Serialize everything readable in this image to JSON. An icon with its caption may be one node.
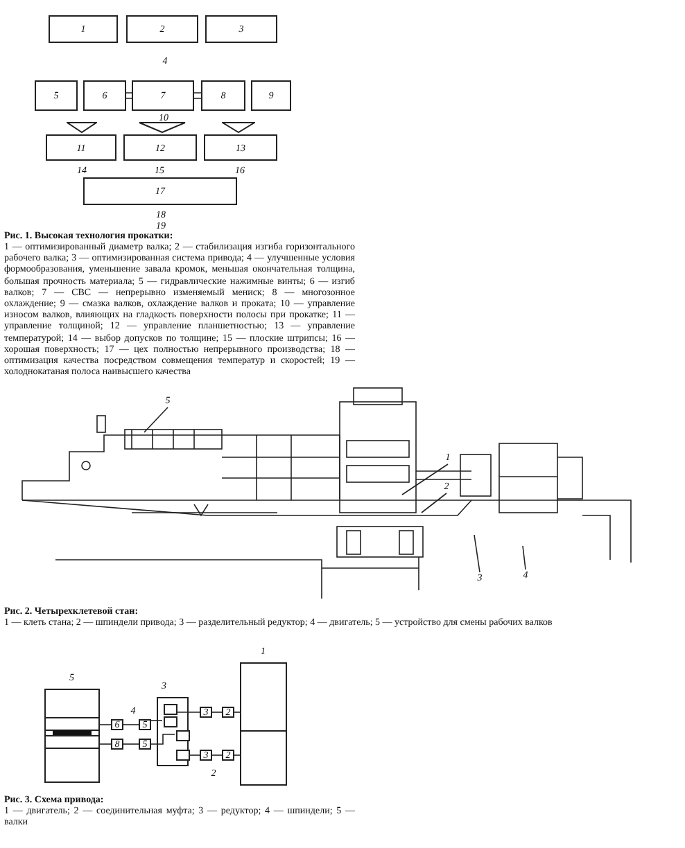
{
  "diagram": {
    "nodes": [
      {
        "text": [
          "1"
        ]
      },
      {
        "text": [
          "2"
        ]
      },
      {
        "text": [
          "3"
        ]
      },
      {
        "text": [
          "5"
        ]
      },
      {
        "text": [
          "6"
        ]
      },
      {
        "text": [
          "7"
        ]
      },
      {
        "text": [
          "8"
        ]
      },
      {
        "text": [
          "9"
        ]
      },
      {
        "text": [
          "11"
        ]
      },
      {
        "text": [
          "12"
        ]
      },
      {
        "text": [
          "13"
        ]
      },
      {
        "text": [
          "17"
        ]
      },
      {
        "text": [],
        "shape": "triangle"
      },
      {
        "text": [],
        "shape": "triangle"
      },
      {
        "text": [],
        "shape": "triangle"
      },
      {
        "text": [
          "5"
        ]
      },
      {
        "text": [
          "1"
        ]
      },
      {
        "text": [
          "2"
        ]
      },
      {
        "text": [
          "3"
        ]
      },
      {
        "text": [
          "4"
        ]
      },
      {
        "text": [
          "5"
        ]
      },
      {
        "text": [
          "3"
        ]
      },
      {
        "text": [],
        "shape": "box",
        "in": 21
      },
      {
        "text": [],
        "shape": "box",
        "in": 21
      },
      {
        "text": [],
        "shape": "box",
        "in": 21
      },
      {
        "text": [],
        "shape": "box",
        "in": 21
      },
      {
        "text": [
          "6"
        ]
      },
      {
        "text": [
          "5"
        ]
      },
      {
        "text": [
          "8"
        ]
      },
      {
        "text": [
          "5"
        ]
      },
      {
        "text": [
          "3"
        ]
      },
      {
        "text": [
          "2"
        ]
      },
      {
        "text": [
          "3"
        ]
      },
      {
        "text": [
          "2"
        ]
      },
      {
        "text": [
          "1"
        ]
      }
    ],
    "edges": [
      {
        "from": 4,
        "to": 5,
        "arrow": "none"
      },
      {
        "from": 5,
        "to": 6,
        "arrow": "none"
      },
      {
        "from": 15,
        "to": null,
        "arrow": "none"
      },
      {
        "from": 16,
        "to": null,
        "arrow": "none"
      },
      {
        "from": 17,
        "to": null,
        "arrow": "none"
      },
      {
        "from": 18,
        "to": null,
        "arrow": "none"
      },
      {
        "from": 19,
        "to": null,
        "arrow": "none"
      },
      {
        "from": 20,
        "to": 26,
        "arrow": "none"
      },
      {
        "from": 26,
        "to": 27,
        "arrow": "none"
      },
      {
        "from": 27,
        "to": 23,
        "arrow": "none"
      },
      {
        "from": 22,
        "to": 30,
        "arrow": "none"
      },
      {
        "from": 30,
        "to": 31,
        "arrow": "none"
      },
      {
        "from": 31,
        "to": 34,
        "arrow": "none"
      },
      {
        "from": 20,
        "to": 28,
        "arrow": "none"
      },
      {
        "from": 28,
        "to": 29,
        "arrow": "none"
      },
      {
        "from": 29,
        "to": 24,
        "arrow": "none"
      },
      {
        "from": 25,
        "to": 32,
        "arrow": "none"
      },
      {
        "from": 32,
        "to": 33,
        "arrow": "none"
      },
      {
        "from": 33,
        "to": 34,
        "arrow": "none"
      }
    ],
    "labels": [
      "4",
      "10",
      "14",
      "15",
      "16",
      "18",
      "19",
      "Рис. 1. Высокая технология прокатки:",
      "1 — оптимизированный диаметр валка; 2 — стабилизация изгиба горизонтального рабочего валка; 3 — оптимизированная система привода; 4 — улучшенные условия формообразования, уменьшение завала кромок, меньшая окончательная толщина, большая прочность материала; 5 — гидравлические нажимные винты; 6 — изгиб валков; 7 — СВС — непрерывно изменяемый мениск; 8 — многозонное охлаждение; 9 — смазка валков, охлаждение валков и проката; 10 — управление износом валков, влияющих на гладкость поверхности полосы при прокатке; 11 — управление толщиной; 12 — управление планшетностью; 13 — управление температурой; 14 — выбор допусков по толщине; 15 — плоские штрипсы; 16 — хорошая поверхность; 17 — цех полностью непрерывного производства; 18 — оптимизация качества посредством совмещения температур и скоростей; 19 — холоднокатаная полоса наивысшего качества",
      "Рис. 2. Четырехклетевой стан:",
      "1 — клеть стана; 2 — шпиндели привода; 3 — разделительный редуктор; 4 — двигатель; 5 — устройство для смены рабочих валков",
      "4",
      "2",
      "Рис. 3. Схема привода:",
      "1 — двигатель; 2 — соединительная муфта; 3 — редуктор; 4 — шпиндели; 5 — валки"
    ]
  }
}
